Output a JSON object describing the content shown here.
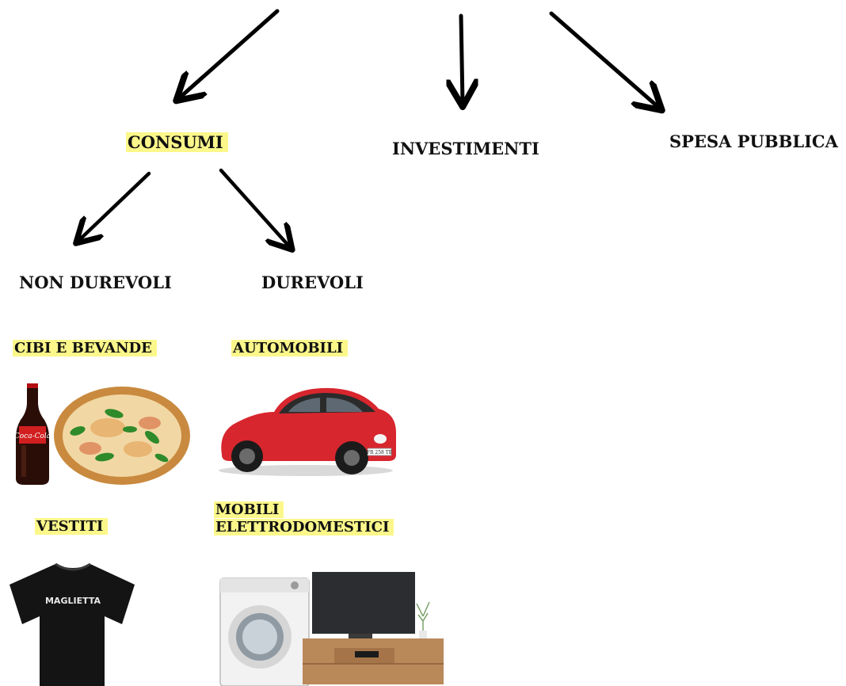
{
  "nodes": {
    "consumi": "CONSUMI",
    "investimenti": "INVESTIMENTI",
    "spesa_pubblica": "SPESA PUBBLICA",
    "non_durevoli": "NON DUREVOLI",
    "durevoli": "DUREVOLI",
    "cibi_bevande": "CIBI E BEVANDE",
    "automobili": "AUTOMOBILI",
    "vestiti": "VESTITI",
    "mobili": "MOBILI",
    "elettrodomestici": "ELETTRODOMESTICI"
  },
  "tshirt_print": "MAGLIETTA",
  "bottle_logo": "Coca-Cola",
  "plate_text": "FR 258 TE",
  "colors": {
    "highlight": "#fbf78a",
    "text": "#111111",
    "car": "#d8262e",
    "pizza_crust": "#c98a3f"
  }
}
